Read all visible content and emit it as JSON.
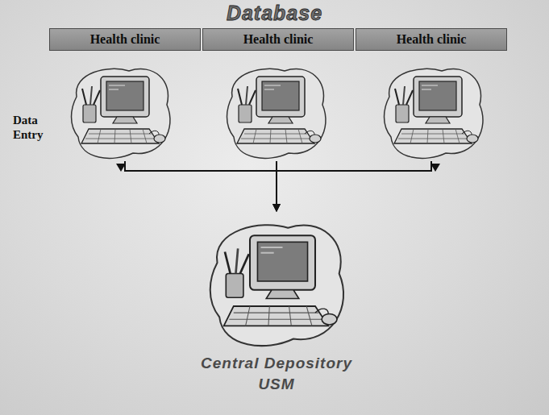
{
  "diagram": {
    "title": "Database",
    "nodes": [
      {
        "text": [
          "Health clinic"
        ]
      },
      {
        "text": [
          "Health clinic"
        ]
      },
      {
        "text": [
          "Health clinic"
        ]
      },
      {
        "text": [
          "Central Depository USM"
        ]
      }
    ],
    "edges": [
      {
        "from": 0,
        "to": 3,
        "arrow": "to"
      },
      {
        "from": 1,
        "to": 3,
        "arrow": "to"
      },
      {
        "from": 2,
        "to": 3,
        "arrow": "to"
      }
    ],
    "labels": [
      "Data Entry"
    ]
  }
}
